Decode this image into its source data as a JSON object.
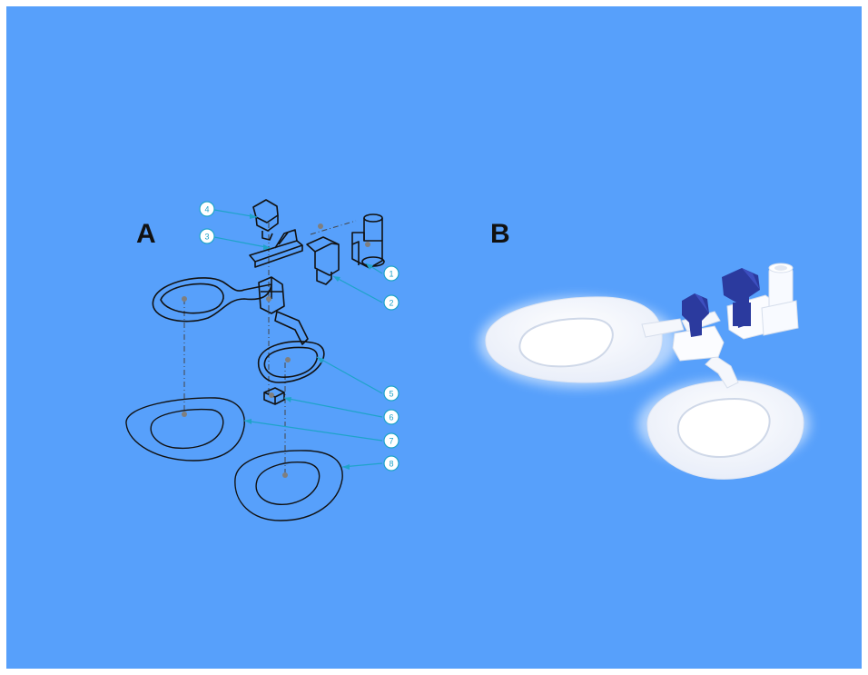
{
  "panels": {
    "a": {
      "letter": "A"
    },
    "b": {
      "letter": "B"
    }
  },
  "callouts": [
    "1",
    "2",
    "3",
    "4",
    "5",
    "6",
    "7",
    "8"
  ],
  "colors": {
    "background": "#57a0fb",
    "outline": "#111111",
    "leader": "#1fa3c9",
    "callout_fill": "#ffffff",
    "dot": "#7f7f7f",
    "clip_blue": "#2b3a9e",
    "device_white": "#f7f9ff"
  }
}
